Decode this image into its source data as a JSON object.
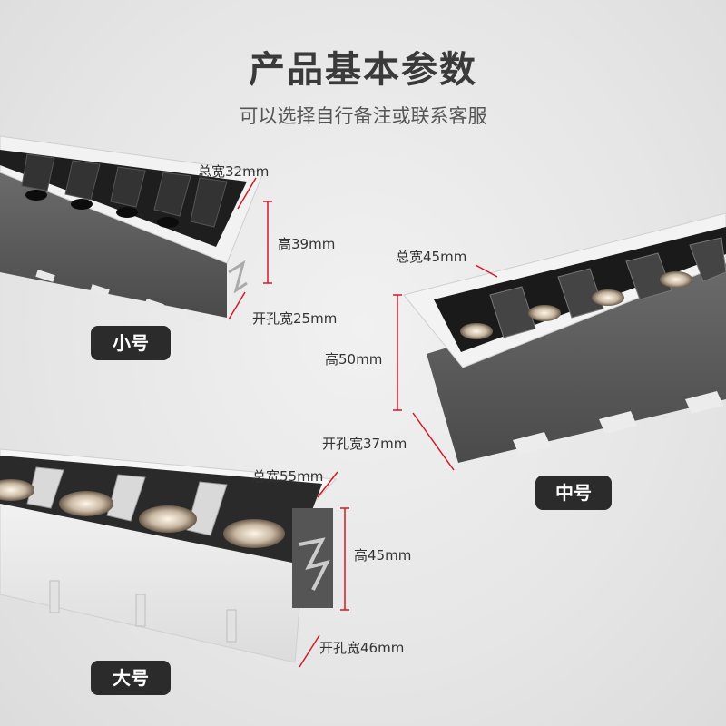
{
  "header": {
    "title": "产品基本参数",
    "subtitle": "可以选择自行备注或联系客服"
  },
  "sizes": {
    "small": {
      "badge": "小号",
      "total_width": "总宽32mm",
      "height": "高39mm",
      "cutout": "开孔宽25mm"
    },
    "medium": {
      "badge": "中号",
      "total_width": "总宽45mm",
      "height": "高50mm",
      "cutout": "开孔宽37mm"
    },
    "large": {
      "badge": "大号",
      "total_width": "总宽55mm",
      "height": "高45mm",
      "cutout": "开孔宽46mm"
    }
  },
  "colors": {
    "dimension_line": "#d11a2a",
    "badge_bg": "#2b2b2b"
  }
}
